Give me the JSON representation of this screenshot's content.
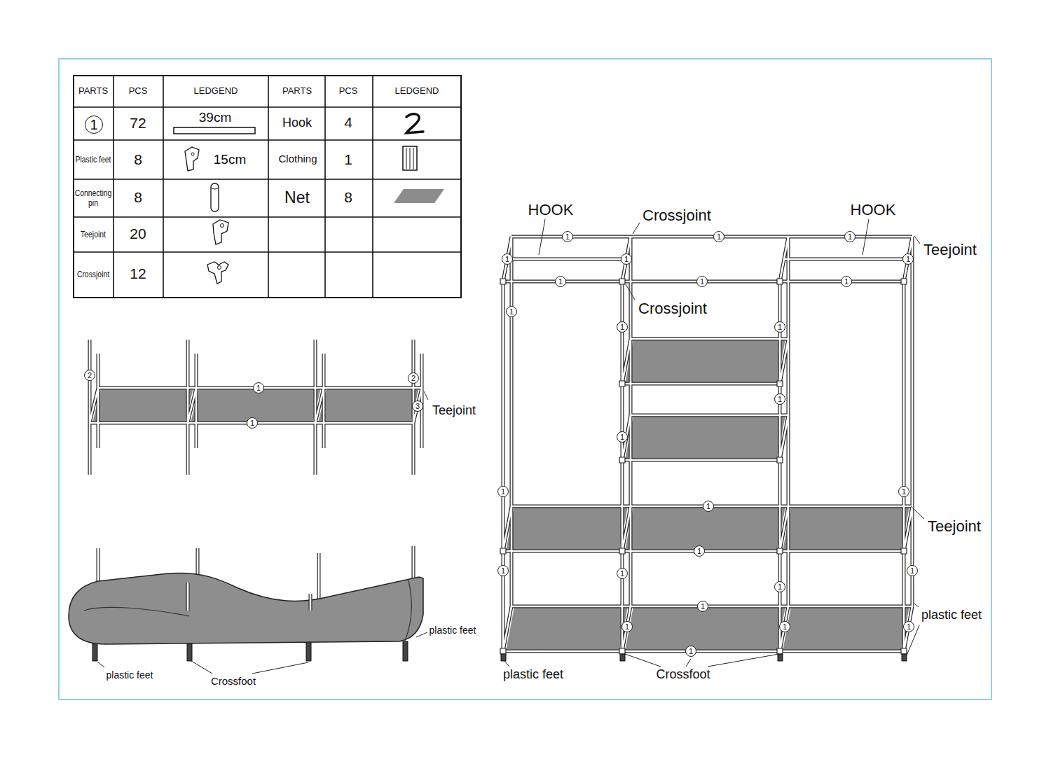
{
  "diagram": {
    "labels": [
      "PARTS",
      "PCS",
      "LEDGEND",
      "PARTS",
      "PCS",
      "LEDGEND",
      "1",
      "72",
      "39cm",
      "Hook",
      "4",
      "Plastic feet",
      "8",
      "15cm",
      "Clothing",
      "1",
      "Connecting pin",
      "8",
      "Net",
      "8",
      "Teejoint",
      "20",
      "Crossjoint",
      "12",
      "2",
      "1",
      "2",
      "3",
      "1",
      "Teejoint",
      "plastic feet",
      "plastic feet",
      "Crossfoot",
      "HOOK",
      "Crossjoint",
      "HOOK",
      "Teejoint",
      "Crossjoint",
      "Teejoint",
      "plastic feet",
      "plastic feet",
      "Crossfoot",
      "1",
      "1",
      "1",
      "1",
      "1",
      "1",
      "1",
      "1",
      "1",
      "1",
      "1",
      "1",
      "1",
      "1",
      "1",
      "1",
      "1",
      "1",
      "1",
      "1",
      "1",
      "1",
      "1",
      "1",
      "1",
      "1",
      "1"
    ]
  }
}
